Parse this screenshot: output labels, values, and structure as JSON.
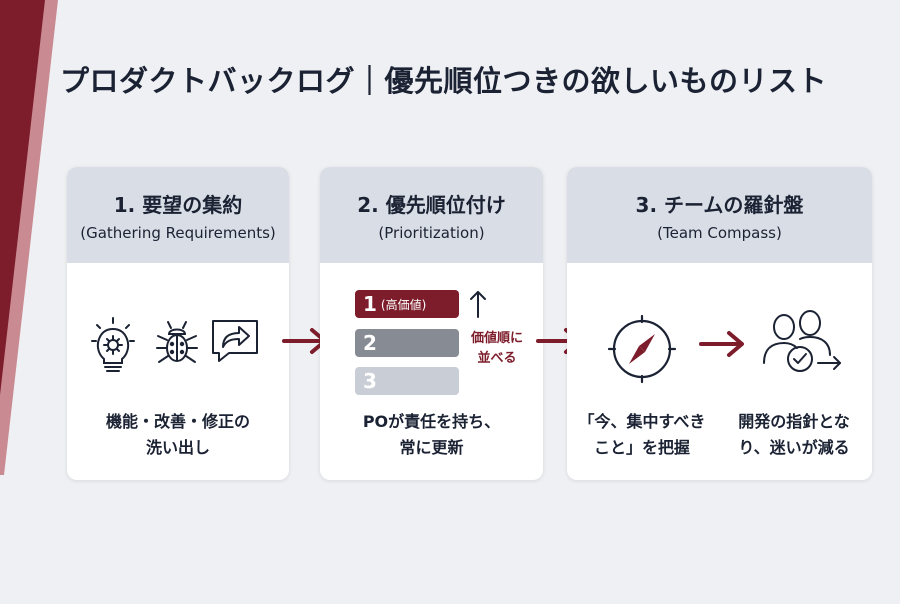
{
  "title": "プロダクトバックログ｜優先順位つきの欲しいものリスト",
  "colors": {
    "accent": "#7d1d2b",
    "accent_light": "#c98a92",
    "card_header": "#d9dee6",
    "bar_gray_dark": "#868b94",
    "bar_gray_light": "#c9cdd5",
    "text": "#1b2233"
  },
  "steps": [
    {
      "title": "1. 要望の集約",
      "subtitle": "(Gathering Requirements)",
      "icons": [
        "lightbulb-gear-icon",
        "bug-icon",
        "share-arrow-icon"
      ],
      "caption_lines": [
        "機能・改善・修正の",
        "洗い出し"
      ]
    },
    {
      "title": "2. 優先順位付け",
      "subtitle": "(Prioritization)",
      "ranks": [
        {
          "num": "1",
          "note": "(高価値)"
        },
        {
          "num": "2",
          "note": ""
        },
        {
          "num": "3",
          "note": ""
        }
      ],
      "sort_label_lines": [
        "価値順に",
        "並べる"
      ],
      "caption_lines": [
        "POが責任を持ち、",
        "常に更新"
      ]
    },
    {
      "title": "3. チームの羅針盤",
      "subtitle": "(Team Compass)",
      "icons": [
        "compass-icon",
        "team-check-icon"
      ],
      "caption_left_lines": [
        "「今、集中すべき",
        "こと」を把握"
      ],
      "caption_right_lines": [
        "開発の指針とな",
        "り、迷いが減る"
      ]
    }
  ]
}
